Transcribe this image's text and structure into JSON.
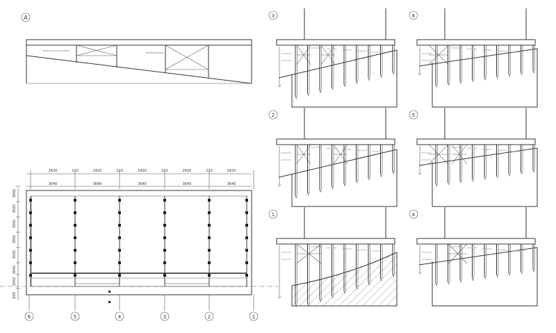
{
  "drawing": {
    "elevation_marker": "A",
    "section_markers": [
      {
        "id": "s3",
        "label": "3"
      },
      {
        "id": "s6",
        "label": "6"
      },
      {
        "id": "s2",
        "label": "2"
      },
      {
        "id": "s5",
        "label": "5"
      },
      {
        "id": "s1",
        "label": "1"
      },
      {
        "id": "s4",
        "label": "4"
      }
    ],
    "axis_markers": [
      "6",
      "5",
      "4",
      "3",
      "2",
      "1"
    ],
    "plan_dims_top": [
      "2420",
      "220",
      "2420",
      "220",
      "2420",
      "220",
      "2420",
      "220",
      "2420"
    ],
    "plan_dims_total": [
      "3640",
      "3640",
      "3640",
      "3640",
      "3640"
    ],
    "plan_dims_left": [
      "3042",
      "3042",
      "3042",
      "3042",
      "3042",
      "3042",
      "3042",
      "600"
    ]
  }
}
